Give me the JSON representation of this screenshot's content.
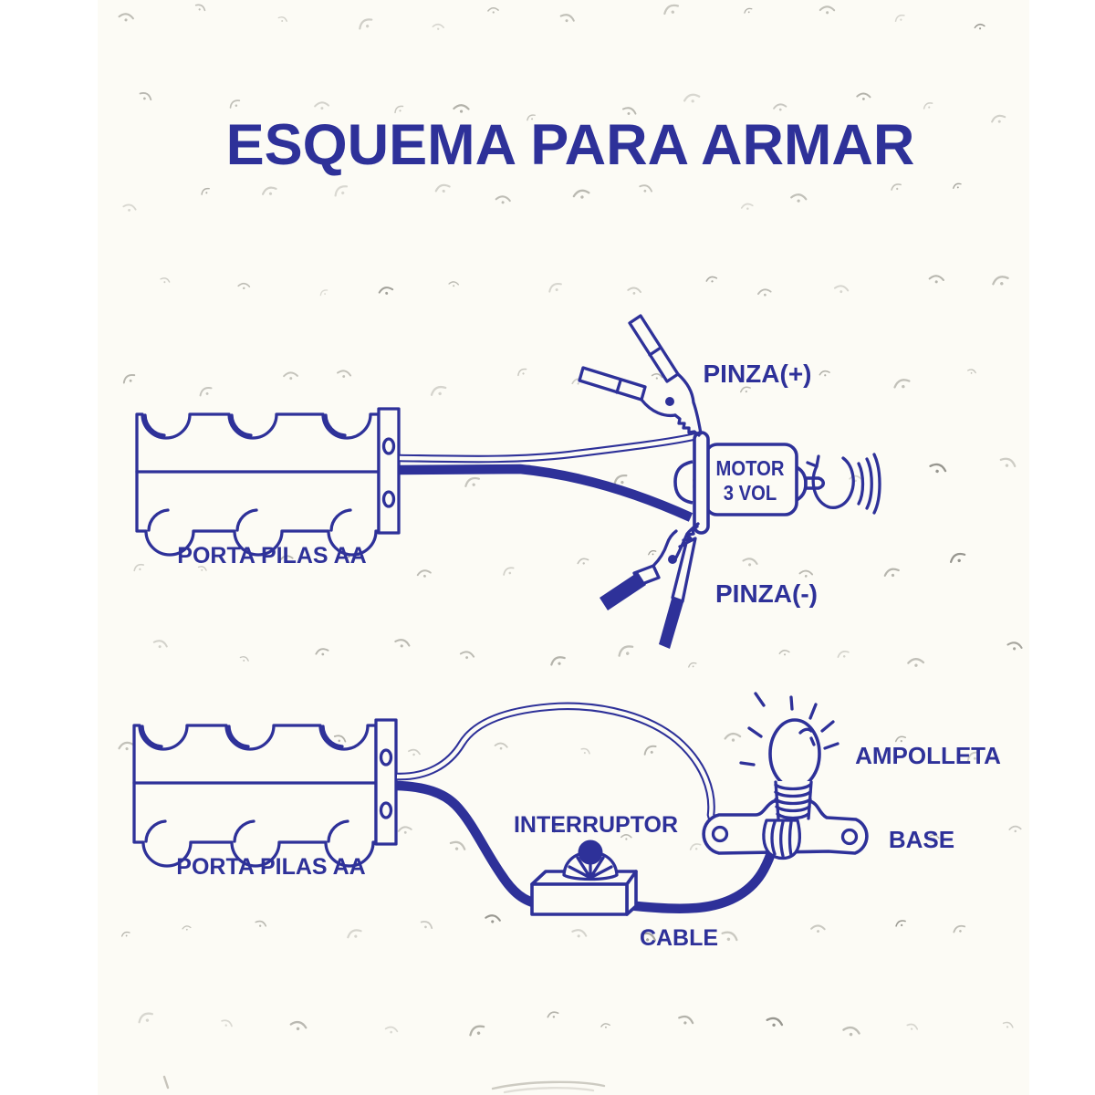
{
  "title": "ESQUEMA PARA ARMAR",
  "colors": {
    "ink": "#2e3199",
    "paper": "#fcfbf5",
    "margin": "#ffffff"
  },
  "top_diagram": {
    "battery_label": "PORTA PILAS AA",
    "clip_positive_label": "PINZA(+)",
    "clip_negative_label": "PINZA(-)",
    "motor_line1": "MOTOR",
    "motor_line2": "3 VOL"
  },
  "bottom_diagram": {
    "battery_label": "PORTA PILAS AA",
    "switch_label": "INTERRUPTOR",
    "bulb_label": "AMPOLLETA",
    "base_label": "BASE",
    "cable_label": "CABLE"
  }
}
